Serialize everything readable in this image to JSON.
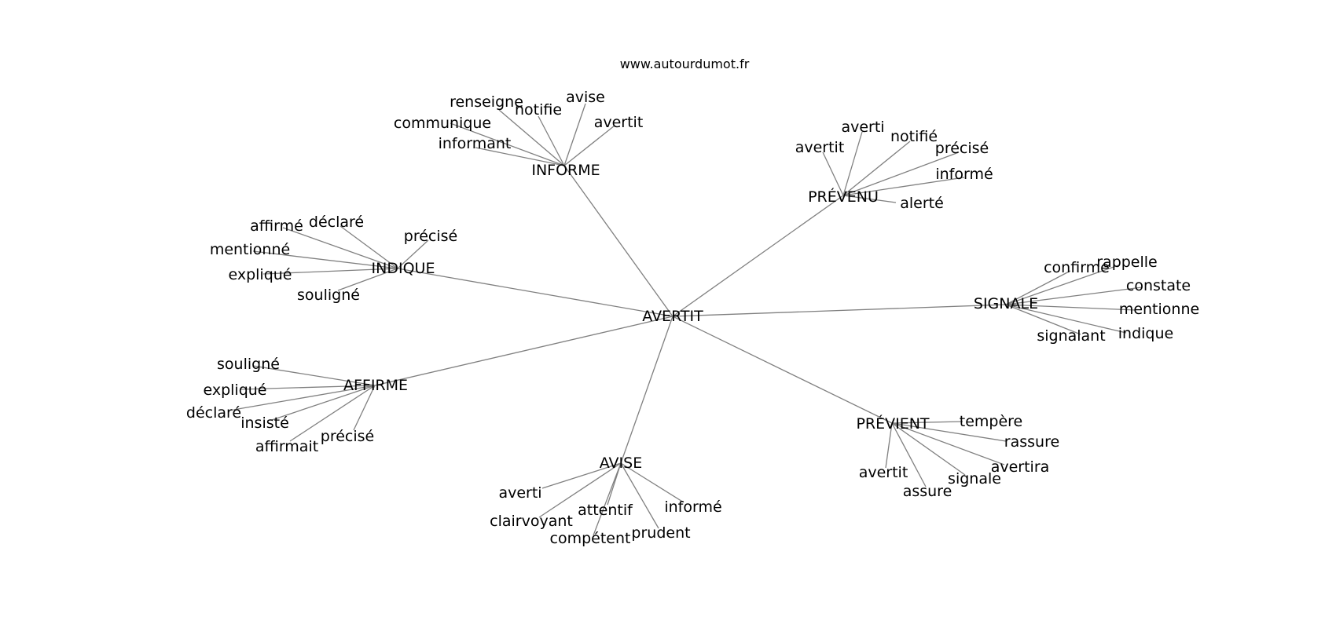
{
  "watermark": "www.autourdumot.fr",
  "graph": {
    "center": "AVERTIT",
    "groups": [
      {
        "hub": "INFORME",
        "words": [
          "renseigne",
          "notifie",
          "avise",
          "communique",
          "avertit",
          "informant"
        ]
      },
      {
        "hub": "PRÉVENU",
        "words": [
          "averti",
          "notifié",
          "avertit",
          "précisé",
          "informé",
          "alerté"
        ]
      },
      {
        "hub": "INDIQUE",
        "words": [
          "affirmé",
          "déclaré",
          "précisé",
          "mentionné",
          "expliqué",
          "souligné"
        ]
      },
      {
        "hub": "SIGNALE",
        "words": [
          "confirme",
          "rappelle",
          "constate",
          "mentionne",
          "indique",
          "signalant"
        ]
      },
      {
        "hub": "AFFIRME",
        "words": [
          "souligné",
          "expliqué",
          "déclaré",
          "insisté",
          "précisé",
          "affirmait"
        ]
      },
      {
        "hub": "PRÉVIENT",
        "words": [
          "tempère",
          "rassure",
          "avertira",
          "signale",
          "avertit",
          "assure"
        ]
      },
      {
        "hub": "AVISE",
        "words": [
          "averti",
          "informé",
          "attentif",
          "clairvoyant",
          "prudent",
          "compétent"
        ]
      }
    ]
  }
}
